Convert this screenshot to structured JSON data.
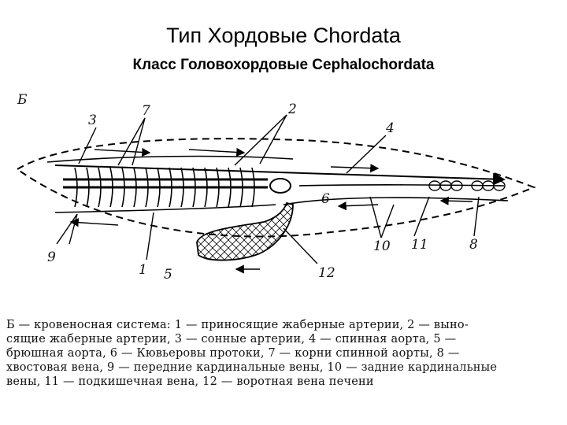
{
  "header": {
    "title": "Тип Хордовые Chordata",
    "subtitle": "Класс Головохордовые Cephalochordata"
  },
  "diagram": {
    "panel_letter": "Б",
    "callouts": [
      "3",
      "7",
      "2",
      "4",
      "6",
      "9",
      "1",
      "5",
      "12",
      "10",
      "11",
      "8"
    ]
  },
  "caption": {
    "lines": [
      "Б — кровеносная система: 1 — приносящие жаберные артерии, 2 — выно-",
      "сящие жаберные артерии, 3 — сонные артерии, 4 — спинная аорта, 5 —",
      "брюшная аорта, 6 — Кювьеровы протоки, 7 — корни спинной аорты, 8 —",
      "хвостовая вена, 9 — передние кардинальные вены, 10 — задние кардинальные",
      "вены, 11 — подкишечная вена, 12 — воротная вена печени"
    ]
  }
}
